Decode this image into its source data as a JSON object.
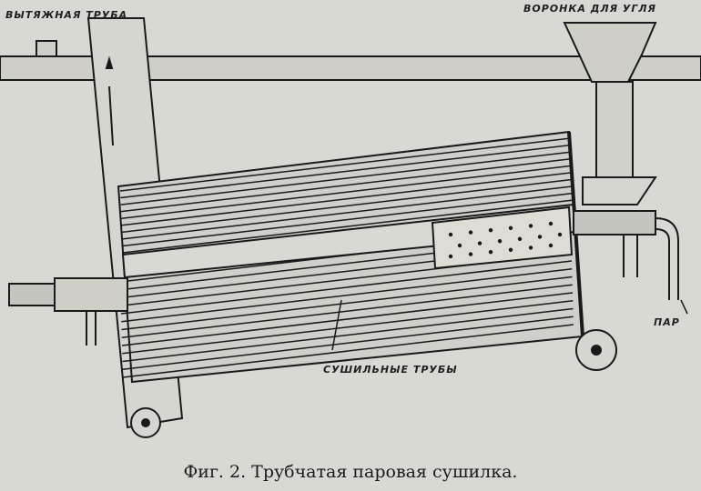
{
  "labels": {
    "exhaust_pipe": "ВЫТЯЖНАЯ ТРУБА",
    "coal_hopper": "ВОРОНКА ДЛЯ УГЛЯ",
    "steam": "ПАР",
    "drying_tubes": "СУШИЛЬНЫЕ ТРУБЫ"
  },
  "caption": "Фиг. 2. Трубчатая паровая сушилка."
}
